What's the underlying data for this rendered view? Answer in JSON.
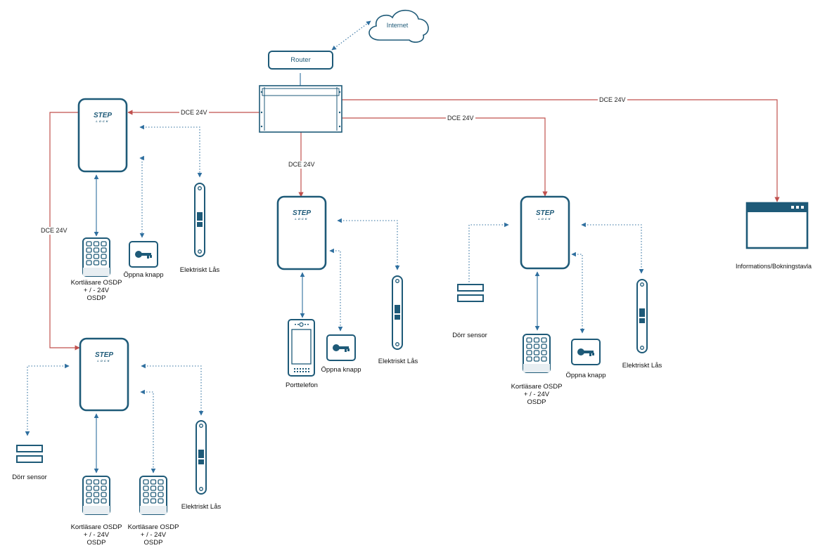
{
  "colors": {
    "device": "#1e5a78",
    "power_line": "#c0504d",
    "data_line": "#2f6f9f"
  },
  "cloud": {
    "label": "Internet",
    "icon": "cloud-icon"
  },
  "router": {
    "label": "Router"
  },
  "power_label": "DCE 24V",
  "controllers": [
    {
      "brand": "STEP",
      "sub": "LOCK"
    },
    {
      "brand": "STEP",
      "sub": "LOCK"
    },
    {
      "brand": "STEP",
      "sub": "LOCK"
    },
    {
      "brand": "STEP",
      "sub": "LOCK"
    }
  ],
  "card_reader_label": "Kortläsare OSDP\n+ / - 24V\nOSDP",
  "button_label": "Öppna knapp",
  "lock_label": "Elektriskt Lås",
  "sensor_label": "Dörr sensor",
  "intercom_label": "Porttelefon",
  "display_label": "Informations/Bokningstavla"
}
